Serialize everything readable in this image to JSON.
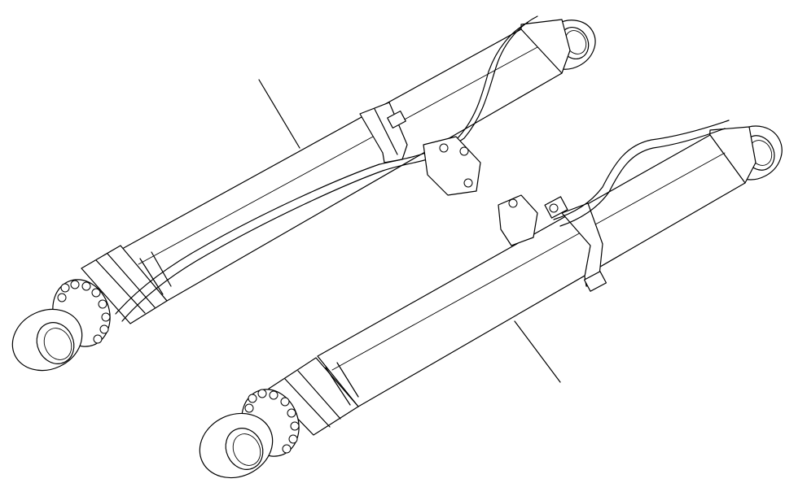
{
  "diagram": {
    "style": "line-art",
    "stroke_color": "#000000",
    "background_color": "#ffffff",
    "components": [
      {
        "name": "hydraulic-cylinder",
        "count": 2
      },
      {
        "name": "hydraulic-hose",
        "count": 2
      },
      {
        "name": "hose-clamp",
        "count": 2
      },
      {
        "name": "leader-line",
        "count": 2
      }
    ]
  }
}
